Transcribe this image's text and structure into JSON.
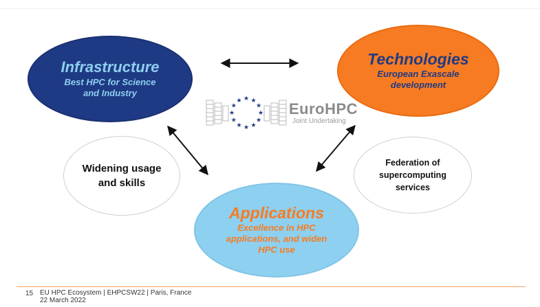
{
  "nodes": {
    "infrastructure": {
      "title": "Infrastructure",
      "subtitle_line1": "Best HPC for Science",
      "subtitle_line2": "and Industry"
    },
    "technologies": {
      "title": "Technologies",
      "subtitle_line1": "European Exascale",
      "subtitle_line2": "development"
    },
    "applications": {
      "title": "Applications",
      "subtitle_line1": "Excellence in HPC",
      "subtitle_line2": "applications, and widen",
      "subtitle_line3": "HPC use"
    },
    "widening": {
      "line1": "Widening usage",
      "line2": "and skills"
    },
    "federation": {
      "line1": "Federation of",
      "line2": "supercomputing",
      "line3": "services"
    }
  },
  "logo": {
    "name": "EuroHPC",
    "tagline": "Joint Undertaking"
  },
  "footer": {
    "page_number": "15",
    "line1": "EU HPC Ecosystem | EHPCSW22 | Paris, France",
    "line2": "22 March 2022"
  },
  "colors": {
    "navy": "#1f3a84",
    "orange": "#f77b22",
    "light_blue": "#8ed0ef",
    "footer_rule": "#f2a35e"
  }
}
